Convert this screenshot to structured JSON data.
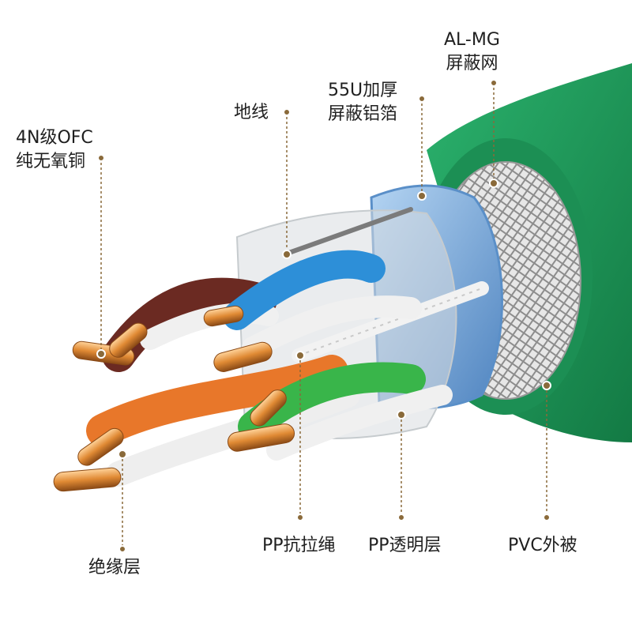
{
  "labels": {
    "ofc": {
      "line1": "4N级OFC",
      "line2": "纯无氧铜"
    },
    "ground": {
      "line1": "地线"
    },
    "foil": {
      "line1": "55U加厚",
      "line2": "屏蔽铝箔"
    },
    "mesh": {
      "line1": "AL-MG",
      "line2": "屏蔽网"
    },
    "insulation": {
      "line1": "绝缘层"
    },
    "rope": {
      "line1": "PP抗拉绳"
    },
    "transparent": {
      "line1": "PP透明层"
    },
    "jacket": {
      "line1": "PVC外被"
    }
  },
  "colors": {
    "jacket": "#1f9a5c",
    "shield": "#7aa8d8",
    "leader": "#8a6a3a",
    "copper": "#d9822b",
    "brown": "#6b2a22",
    "blue": "#2d8fd8",
    "orange": "#e8772a",
    "green": "#39b54a"
  }
}
